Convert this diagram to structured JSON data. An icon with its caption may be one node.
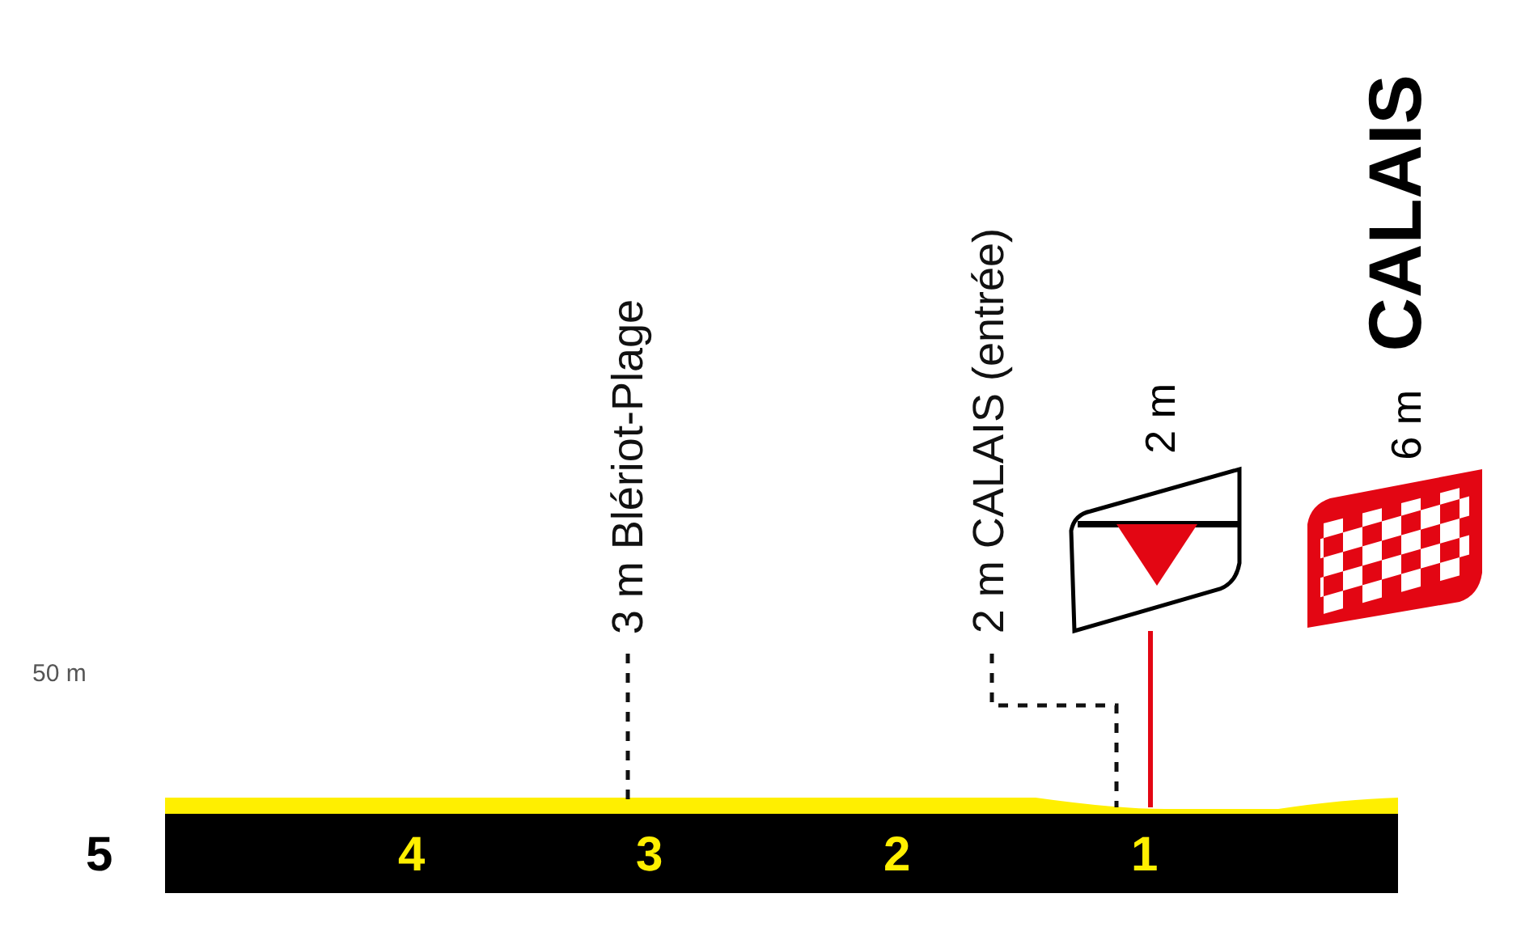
{
  "diagram": {
    "nodes": [
      {
        "text": [
          "3 m Blériot-Plage"
        ]
      },
      {
        "text": [
          "2 m CALAIS (entrée)"
        ]
      },
      {
        "text": [],
        "shape": "picture",
        "beside": [
          "2 m"
        ]
      },
      {
        "text": [],
        "shape": "bar"
      }
    ],
    "edges": [
      {
        "from": 0,
        "to": 3,
        "arrow": "none",
        "style": "dashed"
      },
      {
        "from": 1,
        "to": 3,
        "arrow": "none",
        "style": "dashed"
      },
      {
        "from": 2,
        "to": 3,
        "arrow": "none",
        "color": "#e30613"
      }
    ],
    "labels": [
      "6 m",
      "CALAIS",
      "50 m",
      "5",
      "4",
      "3",
      "2",
      "1"
    ]
  }
}
